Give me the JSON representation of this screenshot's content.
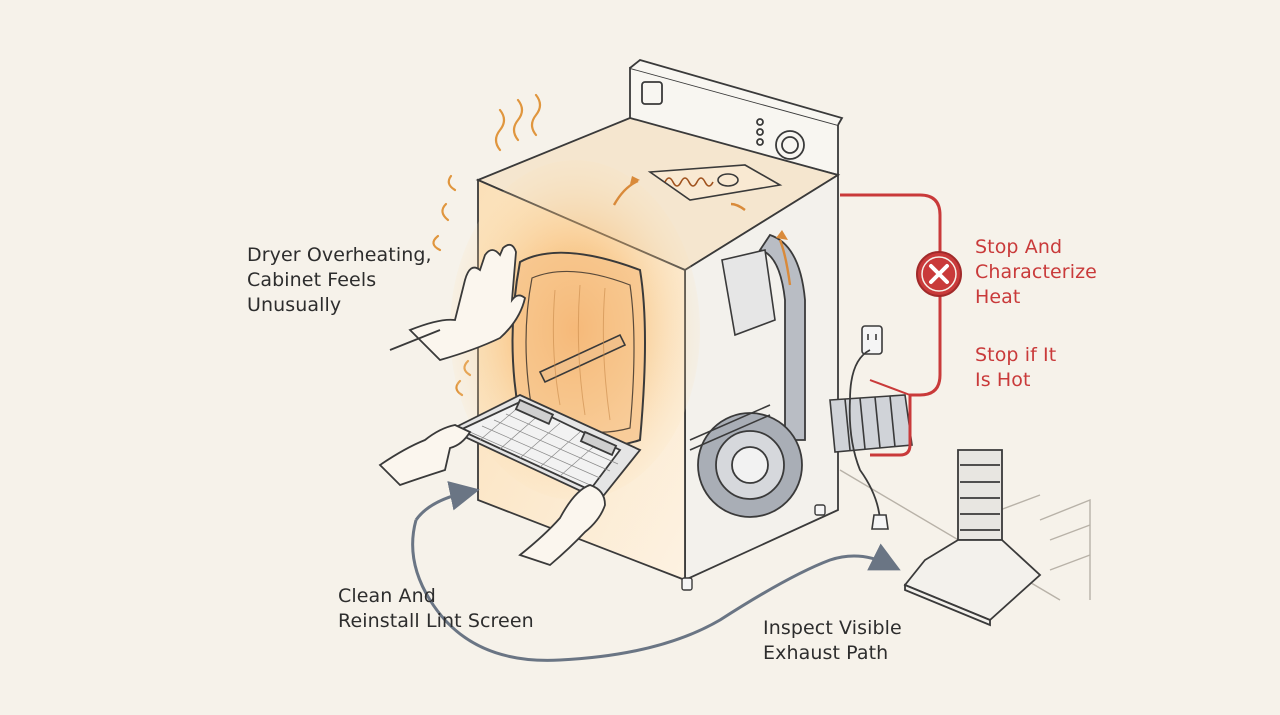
{
  "labels": {
    "overheating": [
      "Dryer Overheating,",
      "Cabinet Feels",
      "Unusually"
    ],
    "lint_screen": [
      "Clean And",
      "Reinstall Lint Screen"
    ],
    "exhaust": [
      "Inspect Visible",
      "Exhaust Path"
    ],
    "characterize": [
      "Stop And",
      "Characterize",
      "Heat"
    ],
    "stop_hot": [
      "Stop if It",
      "Is Hot"
    ]
  },
  "icons": {
    "stop": "x-circle-icon"
  },
  "colors": {
    "background": "#f6f2ea",
    "line": "#3a3a3a",
    "heat": "#f3a24a",
    "warning_red": "#c93a3a",
    "arrow_gray": "#6a7584"
  }
}
